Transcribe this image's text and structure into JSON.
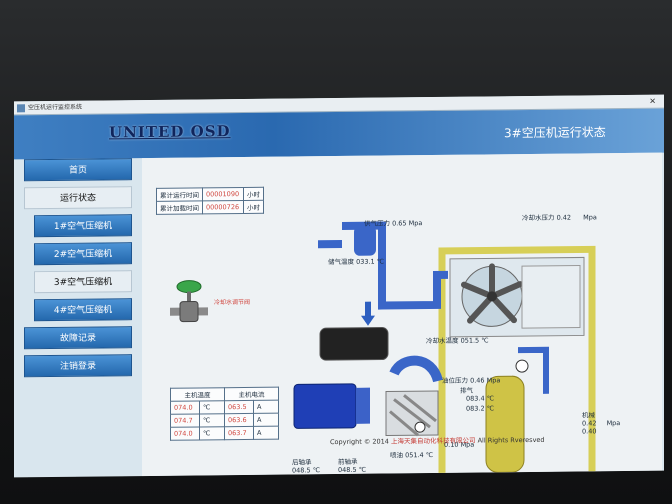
{
  "window": {
    "title": "空压机运行监控系统"
  },
  "header": {
    "logo": "UNITED OSD",
    "title": "3#空压机运行状态"
  },
  "sidebar": {
    "items": [
      {
        "label": "首页"
      },
      {
        "label": "运行状态"
      },
      {
        "label": "1#空气压缩机"
      },
      {
        "label": "2#空气压缩机"
      },
      {
        "label": "3#空气压缩机"
      },
      {
        "label": "4#空气压缩机"
      },
      {
        "label": "故障记录"
      },
      {
        "label": "注销登录"
      }
    ]
  },
  "runtime": {
    "total_run_label": "累计运行时间",
    "total_run_value": "00001090",
    "total_load_label": "累计加载时间",
    "total_load_value": "00000726",
    "unit": "小时"
  },
  "valve": {
    "label": "冷却水调节阀"
  },
  "motor_table": {
    "headers": [
      "主机温度",
      "主机电流"
    ],
    "rows": [
      {
        "temp": "074.0",
        "temp_unit": "℃",
        "current": "063.5",
        "current_unit": "A"
      },
      {
        "temp": "074.7",
        "temp_unit": "℃",
        "current": "063.6",
        "current_unit": "A"
      },
      {
        "temp": "074.0",
        "temp_unit": "℃",
        "current": "063.7",
        "current_unit": "A"
      }
    ]
  },
  "readings": {
    "supply_pressure": {
      "label": "供气压力",
      "value": "0.65",
      "unit": "Mpa"
    },
    "cool_pressure": {
      "label": "冷却水压力",
      "value": "0.42",
      "unit": "Mpa"
    },
    "water_temp_out": {
      "label": "储气温度",
      "value": "033.1",
      "unit": "℃"
    },
    "cool_water_temp": {
      "label": "冷却水温度",
      "value": "051.5",
      "unit": "℃"
    },
    "oil_pressure": {
      "label": "油位压力",
      "value": "0.46",
      "unit": "Mpa"
    },
    "exhaust": {
      "label": "排气",
      "value": "083.4",
      "unit": "℃"
    },
    "exhaust2": {
      "value": "083.2",
      "unit": "℃"
    },
    "rear_bearing": {
      "label": "后轴承",
      "value": "048.5",
      "unit": "℃"
    },
    "front_bearing": {
      "label": "前轴承",
      "value": "048.5",
      "unit": "℃"
    },
    "spray": {
      "label": "喷油",
      "value": "051.4",
      "unit": "℃"
    },
    "main_oil": {
      "value": "0.10",
      "unit": "Mpa"
    },
    "machine_pressure": {
      "label": "机械",
      "value": "0.42",
      "value2": "0.40",
      "unit": "Mpa"
    }
  },
  "footer": {
    "copyright_prefix": "Copyright © 2014",
    "company": "上海天集自动化科技有限公司",
    "rights": "All Rights Rveresved"
  }
}
